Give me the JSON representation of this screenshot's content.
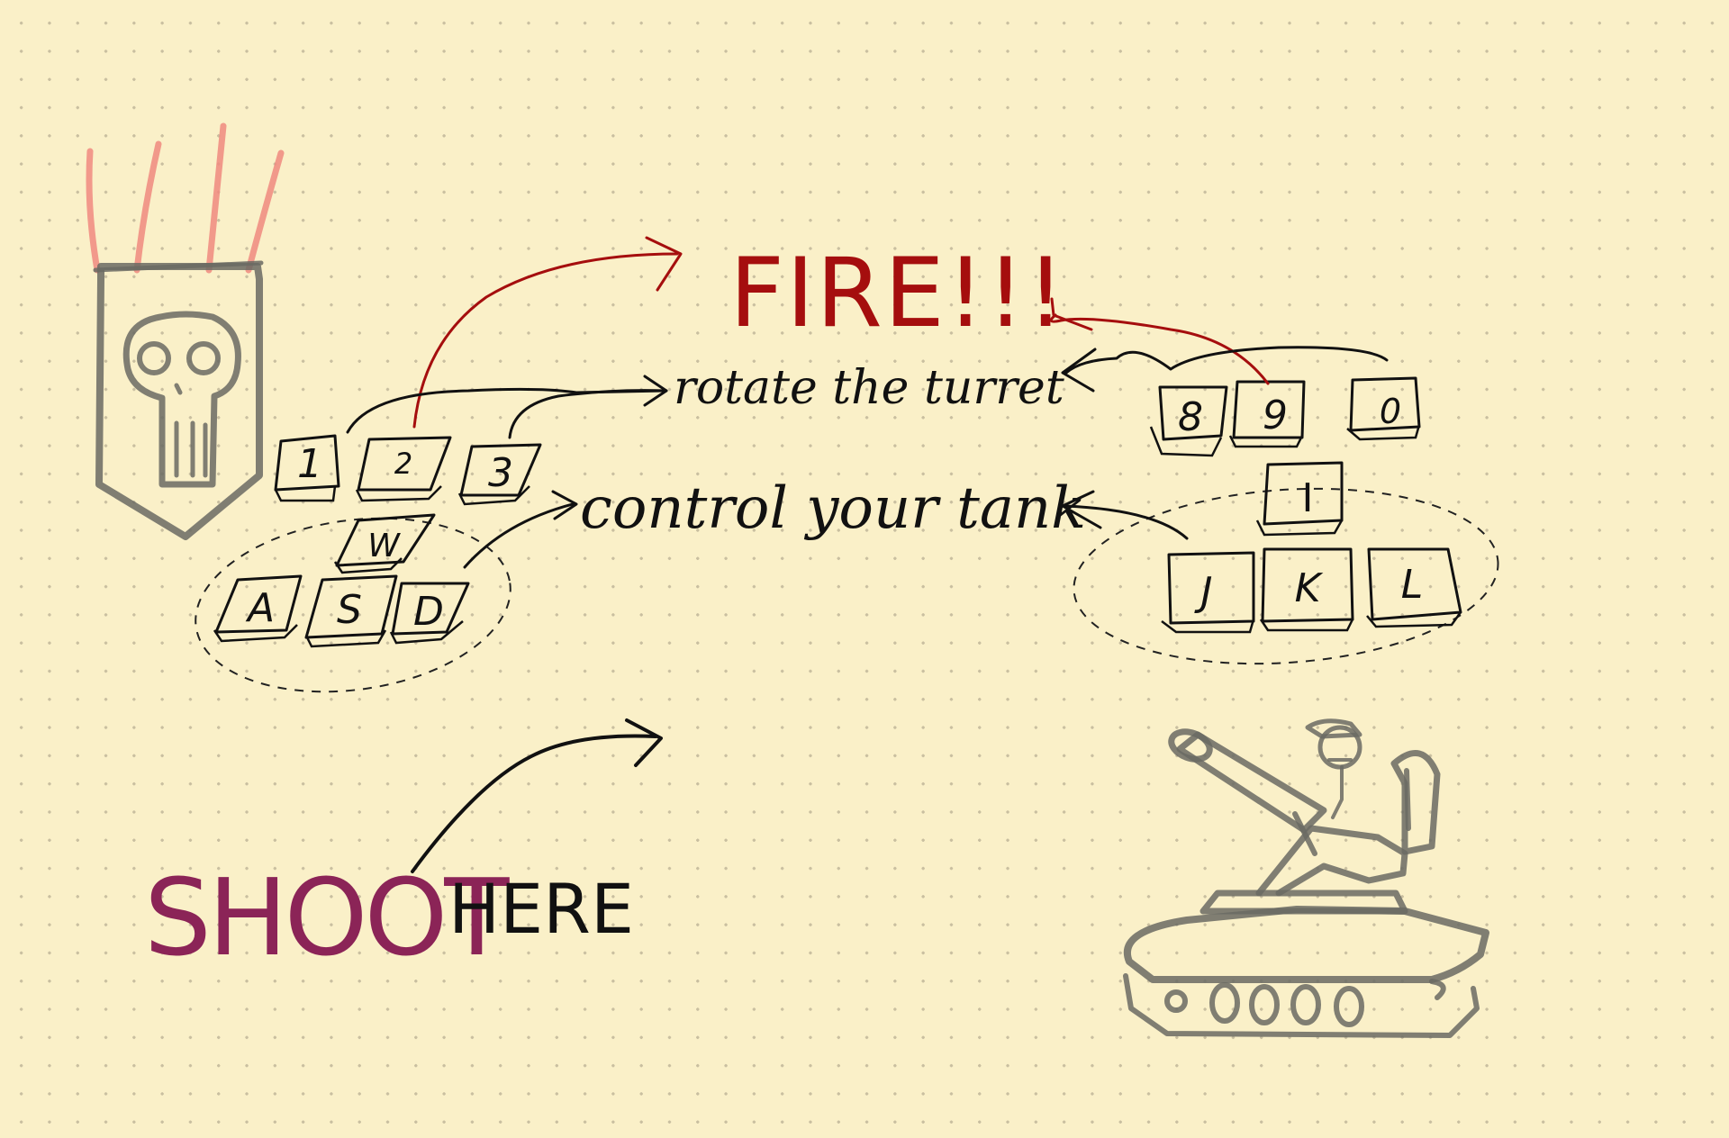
{
  "labels": {
    "fire": "FIRE!!!",
    "rotate": "rotate the turret",
    "control": "control your tank",
    "shoot": "SHOOT",
    "here": "HERE"
  },
  "keys": {
    "left_numbers": [
      "1",
      "2",
      "3"
    ],
    "left_movement": [
      "W",
      "A",
      "S",
      "D"
    ],
    "right_numbers": [
      "8",
      "9",
      "0"
    ],
    "right_movement": [
      "I",
      "J",
      "K",
      "L"
    ]
  },
  "colors": {
    "paper": "#faf0c8",
    "ink": "#111111",
    "fire_red": "#a50e0e",
    "shoot_magenta": "#8b2457",
    "flag_red": "#f08a80",
    "pencil_gray": "#6a6a63"
  },
  "icons": [
    "skull-banner-icon",
    "tank-icon"
  ]
}
